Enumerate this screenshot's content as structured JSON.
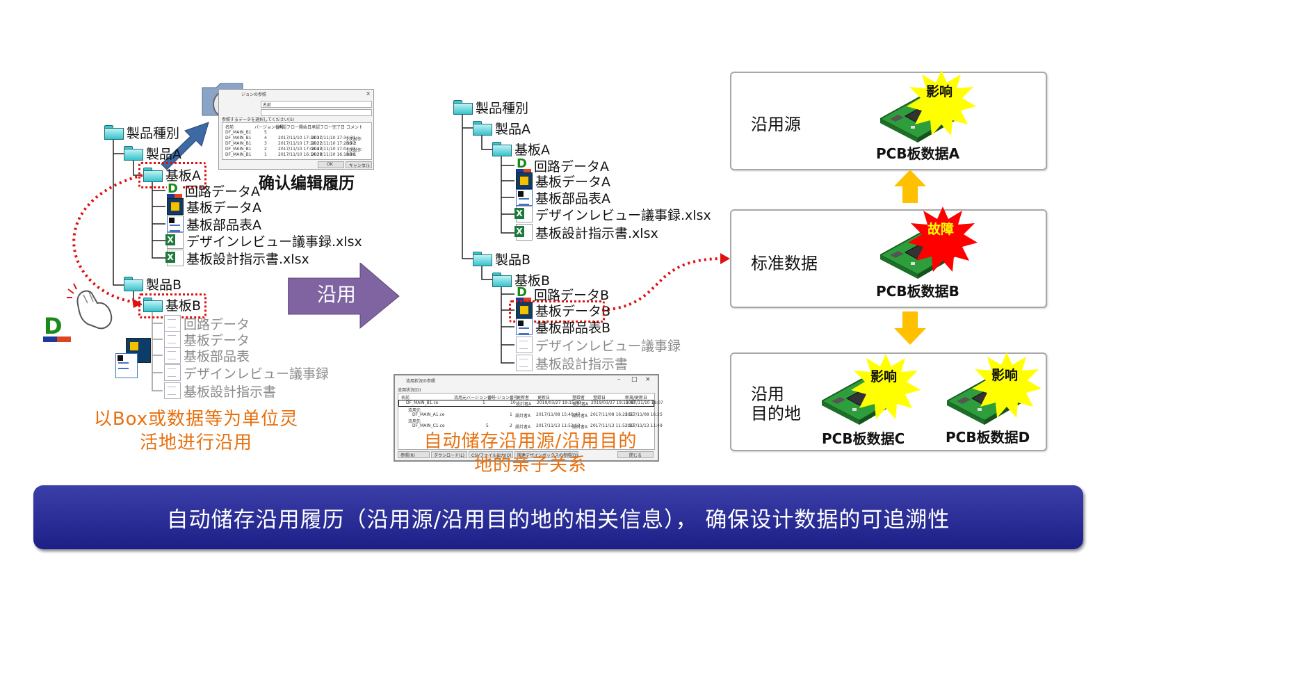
{
  "left_tree": {
    "root": "製品種別",
    "product_a": "製品A",
    "board_a": "基板A",
    "a_items": [
      "回路データA",
      "基板データA",
      "基板部品表A",
      "デザインレビュー議事録.xlsx",
      "基板設計指示書.xlsx"
    ],
    "product_b": "製品B",
    "board_b": "基板B",
    "b_items": [
      "回路データ",
      "基板データ",
      "基板部品表",
      "デザインレビュー議事録",
      "基板設計指示書"
    ]
  },
  "history_caption": "确认编辑履历",
  "history_dialog": {
    "title": "ジョンの参照",
    "filter_value": "名前",
    "prompt": "参照するデータを選択してください(S)",
    "columns": [
      "名前",
      "バージョン番号",
      "承認フロー開始日",
      "承認フロー完了日",
      "コメント"
    ],
    "rows": [
      [
        "DF_MAIN_B1",
        "5",
        "",
        "",
        ""
      ],
      [
        "DF_MAIN_B1",
        "4",
        "2017/11/10 17:34:31",
        "2017/11/10 17:34:31",
        "2次試作"
      ],
      [
        "DF_MAIN_B1",
        "3",
        "2017/11/10 17:26:22",
        "2017/11/10 17:26:23",
        "DR-2"
      ],
      [
        "DF_MAIN_B1",
        "2",
        "2017/11/10 17:04:43",
        "2017/11/10 17:04:43",
        "1次試作"
      ],
      [
        "DF_MAIN_B1",
        "1",
        "2017/11/10 16:14:28",
        "2017/11/10 16:14:28",
        "DR-1"
      ]
    ],
    "ok": "OK",
    "cancel": "キャンセル"
  },
  "left_note": [
    "以Box或数据等为单位灵",
    "活地进行沿用"
  ],
  "arrow_label": "沿用",
  "middle_tree": {
    "root": "製品種別",
    "product_a": "製品A",
    "board_a": "基板A",
    "a_items": [
      "回路データA",
      "基板データA",
      "基板部品表A",
      "デザインレビュー議事録.xlsx",
      "基板設計指示書.xlsx"
    ],
    "product_b": "製品B",
    "board_b": "基板B",
    "b_items": [
      "回路データB",
      "基板データB",
      "基板部品表B",
      "デザインレビュー議事録",
      "基板設計指示書"
    ]
  },
  "usage_dialog": {
    "title": "流用状況の参照",
    "section": "流用状況(D)",
    "columns": [
      "名前",
      "流用元バージョン番号",
      "バージョン番号",
      "更新者",
      "更新日",
      "登録者",
      "登録日",
      "新規/更新日"
    ],
    "rows": [
      [
        "DF_MAIN_B1.ce",
        "1",
        "10",
        "設計者A",
        "2019/03/27 19:15:40",
        "設計者A",
        "2019/03/27 19:15:40",
        "2017/11/10 18:07"
      ],
      [
        "流用元",
        "",
        "",
        "",
        "",
        "",
        "",
        ""
      ],
      [
        "DF_MAIN_A1.ce",
        "",
        "1",
        "設計者A",
        "2017/11/08 15:40:47",
        "設計者A",
        "2017/11/08 16:25:51",
        "2017/11/08 16:25"
      ],
      [
        "流用先",
        "",
        "",
        "",
        "",
        "",
        "",
        ""
      ],
      [
        "DF_MAIN_C1.ce",
        "5",
        "2",
        "設計者A",
        "2017/11/13 11:52:13",
        "設計者A",
        "2017/11/13 11:52:13",
        "2017/11/13 11:49"
      ]
    ],
    "buttons": [
      "参照(R)",
      "ダウンロード(L)",
      "CSVファイル出力(O)",
      "関連デザインボックスの参照(D)",
      "閉じる"
    ]
  },
  "middle_note": [
    "自动储存沿用源/沿用目的",
    "地的亲子关系"
  ],
  "right_panel": {
    "source_title": "沿用源",
    "source_pcb": "PCB板数据A",
    "source_burst": "影响",
    "standard_title": "标准数据",
    "standard_pcb": "PCB板数据B",
    "standard_burst": "故障",
    "target_title_1": "沿用",
    "target_title_2": "目的地",
    "target_pcb_c": "PCB板数据C",
    "target_pcb_d": "PCB板数据D",
    "target_burst_c": "影响",
    "target_burst_d": "影响"
  },
  "banner": "自动储存沿用履历（沿用源/沿用目的地的相关信息）， 确保设计数据的可追溯性",
  "colors": {
    "banner": "#2a2e9a",
    "accent_orange": "#e8700e",
    "arrow_purple": "#8064a2",
    "dotted_red": "#e01010",
    "folder": "#37c2cc",
    "up_down_arrow": "#ffc000",
    "burst_yellow": "#ffff00",
    "burst_red": "#ff0000"
  }
}
